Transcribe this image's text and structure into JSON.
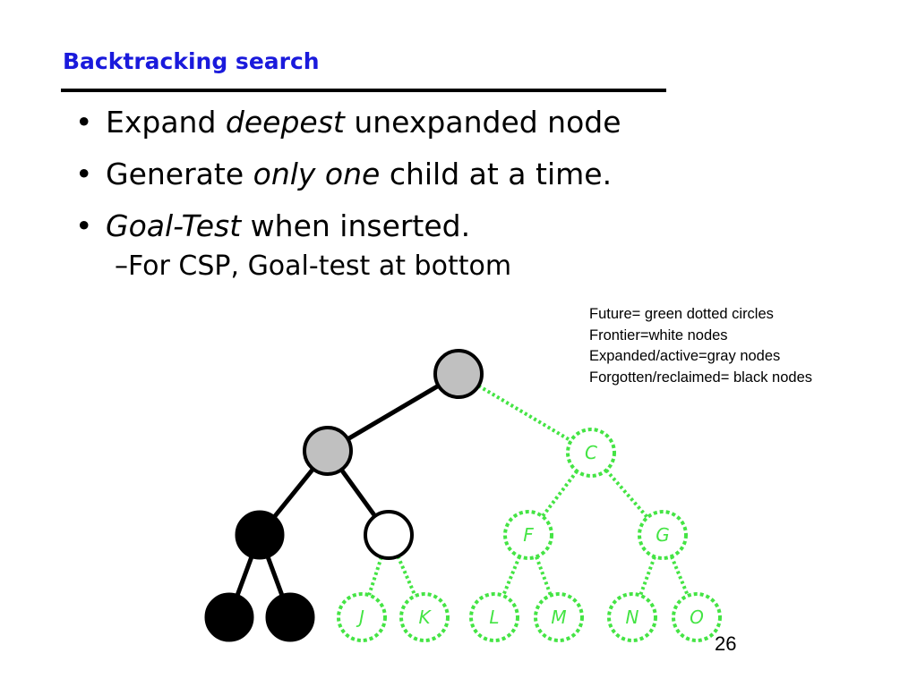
{
  "slide": {
    "title": "Backtracking search",
    "bullets": [
      {
        "before": "Expand ",
        "em": "deepest",
        "after": " unexpanded node"
      },
      {
        "before": "Generate ",
        "em": "only one",
        "after": " child at a time."
      },
      {
        "before": "",
        "em": "Goal-Test",
        "after": " when inserted."
      }
    ],
    "sub_bullet": "–For CSP, Goal-test at bottom",
    "legend": [
      "Future= green dotted circles",
      "Frontier=white nodes",
      "Expanded/active=gray nodes",
      "Forgotten/reclaimed= black nodes"
    ],
    "page_number": "26",
    "colors": {
      "title": "#1a1adc",
      "future": "#44e444",
      "expanded": "#c0c0c0",
      "frontier": "#ffffff",
      "forgotten": "#000000"
    }
  },
  "tree": {
    "nodes": [
      {
        "id": "A",
        "label": "",
        "state": "expanded"
      },
      {
        "id": "B",
        "label": "",
        "state": "expanded"
      },
      {
        "id": "C",
        "label": "C",
        "state": "future"
      },
      {
        "id": "D",
        "label": "",
        "state": "forgotten"
      },
      {
        "id": "E",
        "label": "",
        "state": "frontier"
      },
      {
        "id": "F",
        "label": "F",
        "state": "future"
      },
      {
        "id": "G",
        "label": "G",
        "state": "future"
      },
      {
        "id": "H",
        "label": "",
        "state": "forgotten"
      },
      {
        "id": "I",
        "label": "",
        "state": "forgotten"
      },
      {
        "id": "J",
        "label": "J",
        "state": "future"
      },
      {
        "id": "K",
        "label": "K",
        "state": "future"
      },
      {
        "id": "L",
        "label": "L",
        "state": "future"
      },
      {
        "id": "M",
        "label": "M",
        "state": "future"
      },
      {
        "id": "N",
        "label": "N",
        "state": "future"
      },
      {
        "id": "O",
        "label": "O",
        "state": "future"
      }
    ],
    "edges": [
      {
        "from": "A",
        "to": "B",
        "state": "solid"
      },
      {
        "from": "A",
        "to": "C",
        "state": "future"
      },
      {
        "from": "B",
        "to": "D",
        "state": "solid"
      },
      {
        "from": "B",
        "to": "E",
        "state": "solid"
      },
      {
        "from": "C",
        "to": "F",
        "state": "future"
      },
      {
        "from": "C",
        "to": "G",
        "state": "future"
      },
      {
        "from": "D",
        "to": "H",
        "state": "solid"
      },
      {
        "from": "D",
        "to": "I",
        "state": "solid"
      },
      {
        "from": "E",
        "to": "J",
        "state": "future"
      },
      {
        "from": "E",
        "to": "K",
        "state": "future"
      },
      {
        "from": "F",
        "to": "L",
        "state": "future"
      },
      {
        "from": "F",
        "to": "M",
        "state": "future"
      },
      {
        "from": "G",
        "to": "N",
        "state": "future"
      },
      {
        "from": "G",
        "to": "O",
        "state": "future"
      }
    ]
  }
}
